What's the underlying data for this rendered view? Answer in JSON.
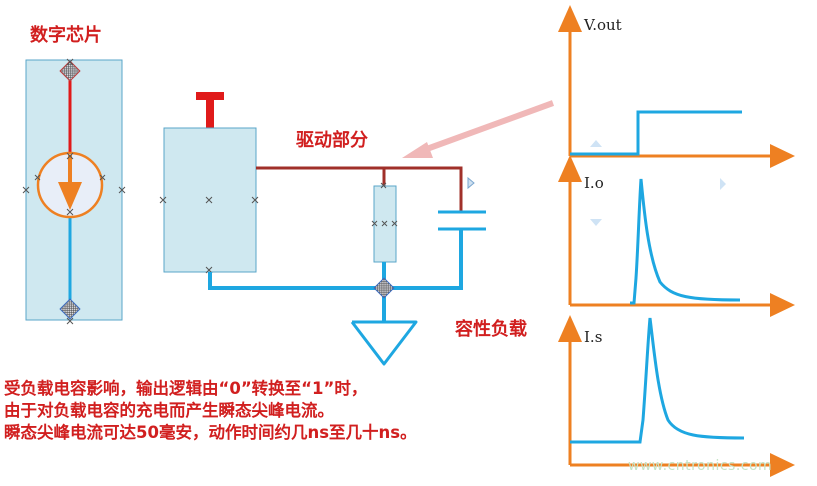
{
  "labels": {
    "digital_chip": "数字芯片",
    "driver_section": "驱动部分",
    "capacitive_load": "容性负载",
    "chip_top_mark": "T"
  },
  "graphs": [
    {
      "label": "V.out"
    },
    {
      "label": "I.o"
    },
    {
      "label": "I.s"
    }
  ],
  "description": [
    "受负载电容影响，输出逻辑由“0”转换至“1”时，",
    "由于对负载电容的充电而产生瞬态尖峰电流。",
    "瞬态尖峰电流可达50毫安，动作时间约几ns至几十ns。"
  ],
  "watermark": "www.cntronics.com",
  "colors": {
    "red_text": "#d11f1f",
    "box_fill": "#cfe8f0",
    "box_border": "#5aa6c8",
    "wire_blue": "#1ea7e1",
    "wire_red": "#e01a1a",
    "wire_brown": "#a0302a",
    "orange_axis": "#ee8022"
  }
}
